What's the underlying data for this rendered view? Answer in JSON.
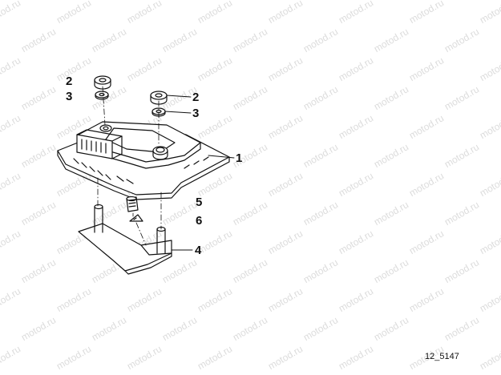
{
  "watermark": {
    "text": "motod.ru",
    "color": "#dcdcdc"
  },
  "callouts": {
    "c1": "1",
    "c2_left": "2",
    "c3_left": "3",
    "c2_right": "2",
    "c3_right": "3",
    "c4": "4",
    "c5": "5",
    "c6": "6"
  },
  "figure_id": "12_5147",
  "parts": [
    "ignition-control-module",
    "hex-nut",
    "washer",
    "bracket",
    "screw",
    "lock-washer"
  ]
}
